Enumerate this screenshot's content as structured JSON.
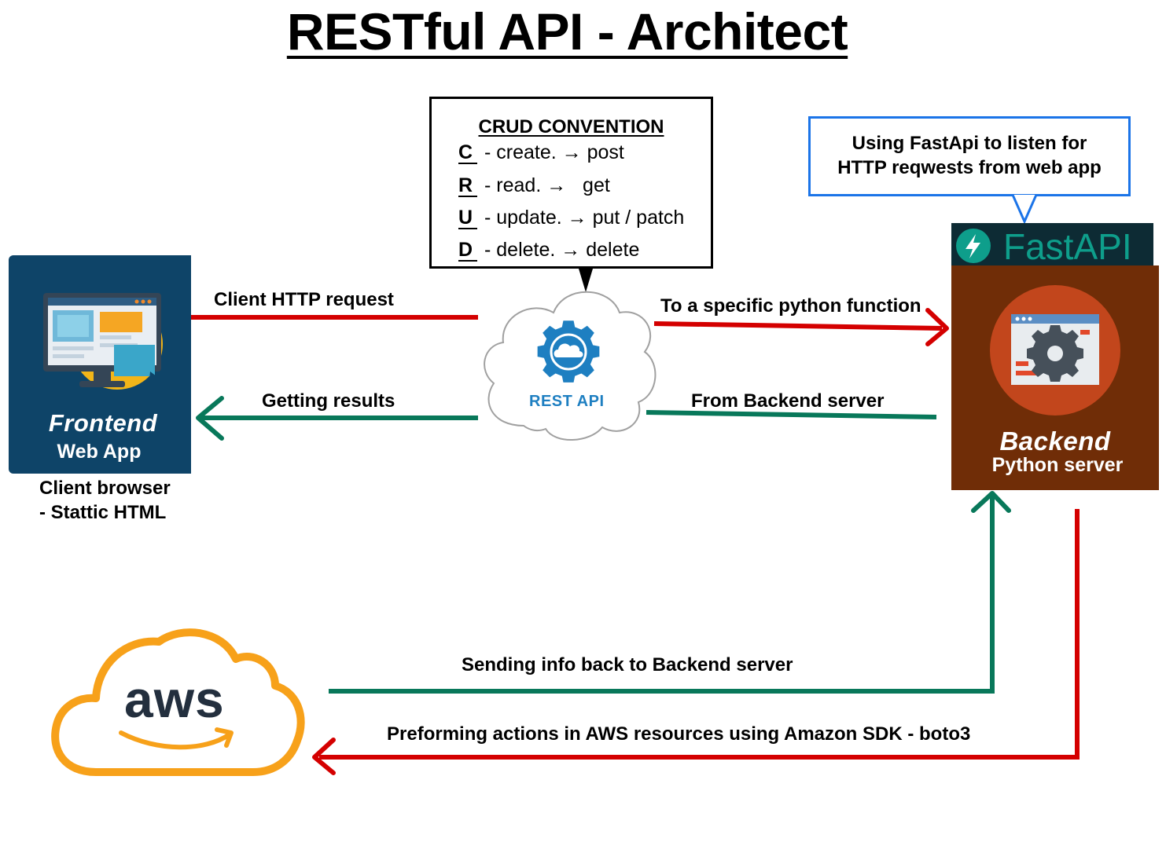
{
  "title": "RESTful API - Architect",
  "crud": {
    "heading": "CRUD CONVENTION",
    "rows": [
      {
        "letter": "C",
        "text": " - create. → post"
      },
      {
        "letter": "R",
        "text": " - read. →   get"
      },
      {
        "letter": "U",
        "text": " - update. → put / patch"
      },
      {
        "letter": "D",
        "text": " - delete. → delete"
      }
    ]
  },
  "callout": {
    "line1": "Using FastApi to listen for",
    "line2": "HTTP reqwests from web app"
  },
  "frontend": {
    "title": "Frontend",
    "subtitle": "Web App",
    "caption_line1": "Client browser",
    "caption_line2": "- Stattic HTML"
  },
  "rest_api": {
    "label": "REST API"
  },
  "backend": {
    "logo_text": "FastAPI",
    "title": "Backend",
    "subtitle": "Python server"
  },
  "aws": {
    "logo_text": "aws"
  },
  "arrows": {
    "client_request": "Client HTTP request",
    "getting_results": "Getting results",
    "to_function": "To a specific python function",
    "from_backend": "From Backend server",
    "sending_back": "Sending info back to Backend server",
    "performing_actions": "Preforming actions in AWS resources using Amazon SDK - boto3"
  },
  "colors": {
    "request_arrow": "#d40000",
    "response_arrow": "#08785a",
    "callout_border": "#1b74e8",
    "frontend_bg": "#0e4468",
    "backend_bg": "#702d07",
    "aws_orange": "#f7a11a",
    "fastapi_teal": "#0e9e8b"
  }
}
